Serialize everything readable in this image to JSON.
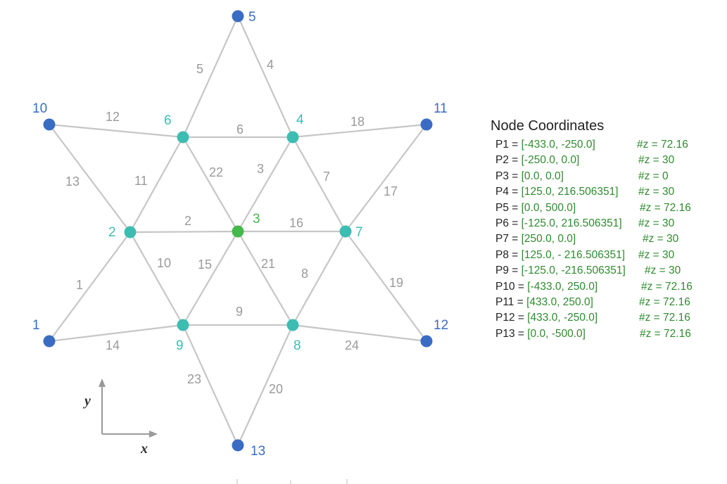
{
  "colors": {
    "member": "#c6c6c6",
    "member_label": "#9a9a9a",
    "support_node": "#3a6cc4",
    "free_node": "#3dbdb2",
    "center_node": "#45b84e",
    "support_label": "#3a6cc4",
    "free_label": "#3dbdb2",
    "center_label": "#45b84e",
    "coord_value": "#2e8b2e",
    "axis": "#9a9a9a"
  },
  "nodes": [
    {
      "id": "1",
      "kind": "support"
    },
    {
      "id": "2",
      "kind": "free"
    },
    {
      "id": "3",
      "kind": "center"
    },
    {
      "id": "4",
      "kind": "free"
    },
    {
      "id": "5",
      "kind": "support"
    },
    {
      "id": "6",
      "kind": "free"
    },
    {
      "id": "7",
      "kind": "free"
    },
    {
      "id": "8",
      "kind": "free"
    },
    {
      "id": "9",
      "kind": "free"
    },
    {
      "id": "10",
      "kind": "support"
    },
    {
      "id": "11",
      "kind": "support"
    },
    {
      "id": "12",
      "kind": "support"
    },
    {
      "id": "13",
      "kind": "support"
    }
  ],
  "members": [
    {
      "id": "1",
      "from": "1",
      "to": "2"
    },
    {
      "id": "2",
      "from": "2",
      "to": "3"
    },
    {
      "id": "3",
      "from": "3",
      "to": "4"
    },
    {
      "id": "4",
      "from": "4",
      "to": "5"
    },
    {
      "id": "5",
      "from": "5",
      "to": "6"
    },
    {
      "id": "6",
      "from": "6",
      "to": "4"
    },
    {
      "id": "7",
      "from": "4",
      "to": "7"
    },
    {
      "id": "8",
      "from": "7",
      "to": "8"
    },
    {
      "id": "9",
      "from": "8",
      "to": "9"
    },
    {
      "id": "10",
      "from": "2",
      "to": "9"
    },
    {
      "id": "11",
      "from": "2",
      "to": "6"
    },
    {
      "id": "12",
      "from": "10",
      "to": "6"
    },
    {
      "id": "13",
      "from": "10",
      "to": "2"
    },
    {
      "id": "14",
      "from": "1",
      "to": "9"
    },
    {
      "id": "15",
      "from": "9",
      "to": "3"
    },
    {
      "id": "16",
      "from": "3",
      "to": "7"
    },
    {
      "id": "17",
      "from": "7",
      "to": "11"
    },
    {
      "id": "18",
      "from": "4",
      "to": "11"
    },
    {
      "id": "19",
      "from": "7",
      "to": "12"
    },
    {
      "id": "20",
      "from": "8",
      "to": "13"
    },
    {
      "id": "21",
      "from": "3",
      "to": "8"
    },
    {
      "id": "22",
      "from": "6",
      "to": "3"
    },
    {
      "id": "23",
      "from": "9",
      "to": "13"
    },
    {
      "id": "24",
      "from": "8",
      "to": "12"
    }
  ],
  "axes": {
    "x_label": "x",
    "y_label": "y"
  },
  "coordinates": {
    "title": "Node Coordinates",
    "rows": [
      {
        "name": "P1 = ",
        "value": "[-433.0, -250.0]",
        "z": "#z = 72.16"
      },
      {
        "name": "P2  = ",
        "value": "[-250.0, 0.0]",
        "z": "#z = 30"
      },
      {
        "name": "P3  = ",
        "value": "[0.0, 0.0]",
        "z": "#z = 0"
      },
      {
        "name": "P4  = ",
        "value": "[125.0, 216.506351]",
        "z": "#z = 30"
      },
      {
        "name": "P5  = ",
        "value": "[0.0, 500.0]",
        "z": "#z = 72.16"
      },
      {
        "name": "P6  = ",
        "value": "[-125.0, 216.506351]",
        "z": "#z = 30"
      },
      {
        "name": "P7  = ",
        "value": "[250.0, 0.0]",
        "z": "#z = 30"
      },
      {
        "name": "P8  = ",
        "value": "[125.0, - 216.506351]",
        "z": "#z = 30"
      },
      {
        "name": "P9  = ",
        "value": "[-125.0, -216.506351]",
        "z": "#z = 30"
      },
      {
        "name": "P10 = ",
        "value": "[-433.0, 250.0]",
        "z": "#z = 72.16"
      },
      {
        "name": "P11 = ",
        "value": "[433.0, 250.0]",
        "z": "#z = 72.16"
      },
      {
        "name": "P12 = ",
        "value": "[433.0, -250.0]",
        "z": "#z = 72.16"
      },
      {
        "name": "P13 = ",
        "value": "[0.0, -500.0]",
        "z": "#z = 72.16"
      }
    ]
  }
}
